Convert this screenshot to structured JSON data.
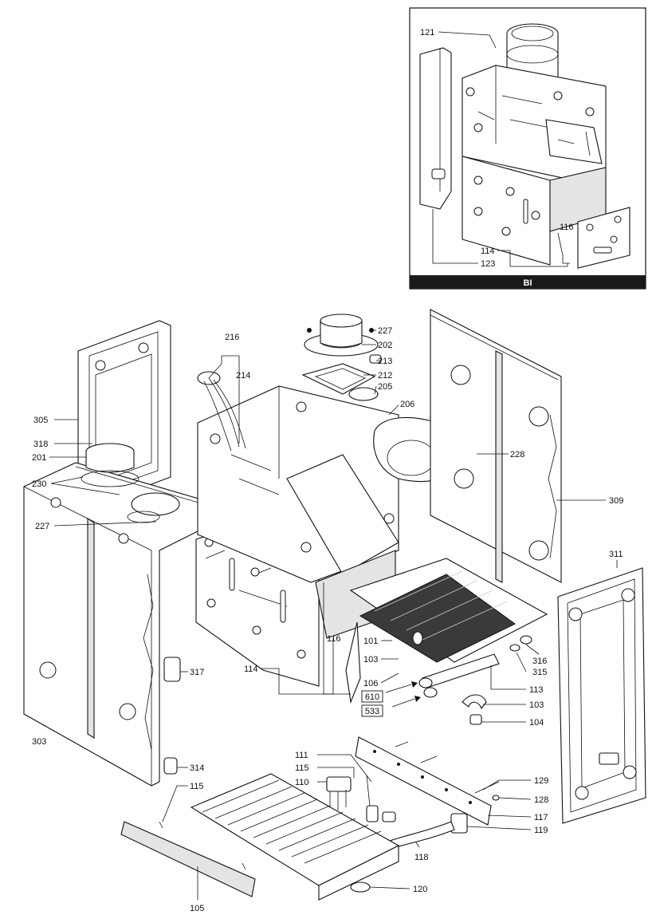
{
  "inset": {
    "title": "BI",
    "labels": [
      "121",
      "116",
      "114",
      "123"
    ]
  },
  "labels": {
    "l216": "216",
    "l214": "214",
    "l227a": "227",
    "l202": "202",
    "l213": "213",
    "l212": "212",
    "l205": "205",
    "l206": "206",
    "l228": "228",
    "l305": "305",
    "l318": "318",
    "l201": "201",
    "l230": "230",
    "l227b": "227",
    "l309": "309",
    "l311": "311",
    "l116": "116",
    "l101": "101",
    "l103a": "103",
    "l106": "106",
    "l114": "114",
    "l316": "316",
    "l315": "315",
    "l113": "113",
    "l103b": "103",
    "l104": "104",
    "l317": "317",
    "l303": "303",
    "l314": "314",
    "l111": "111",
    "l115a": "115",
    "l110": "110",
    "l115b": "115",
    "l129": "129",
    "l128": "128",
    "l117": "117",
    "l119": "119",
    "l118": "118",
    "l120": "120",
    "l105": "105"
  },
  "boxed_labels": {
    "b610": "610",
    "b533": "533"
  },
  "colors": {
    "line": "#111111",
    "panel_fill": "#ffffff",
    "shade_fill": "#e4e4e4",
    "dark_fill": "#3a3a3a",
    "inset_bar": "#1a1a1a"
  },
  "icons": {
    "arrow": "flow-arrow-icon"
  }
}
